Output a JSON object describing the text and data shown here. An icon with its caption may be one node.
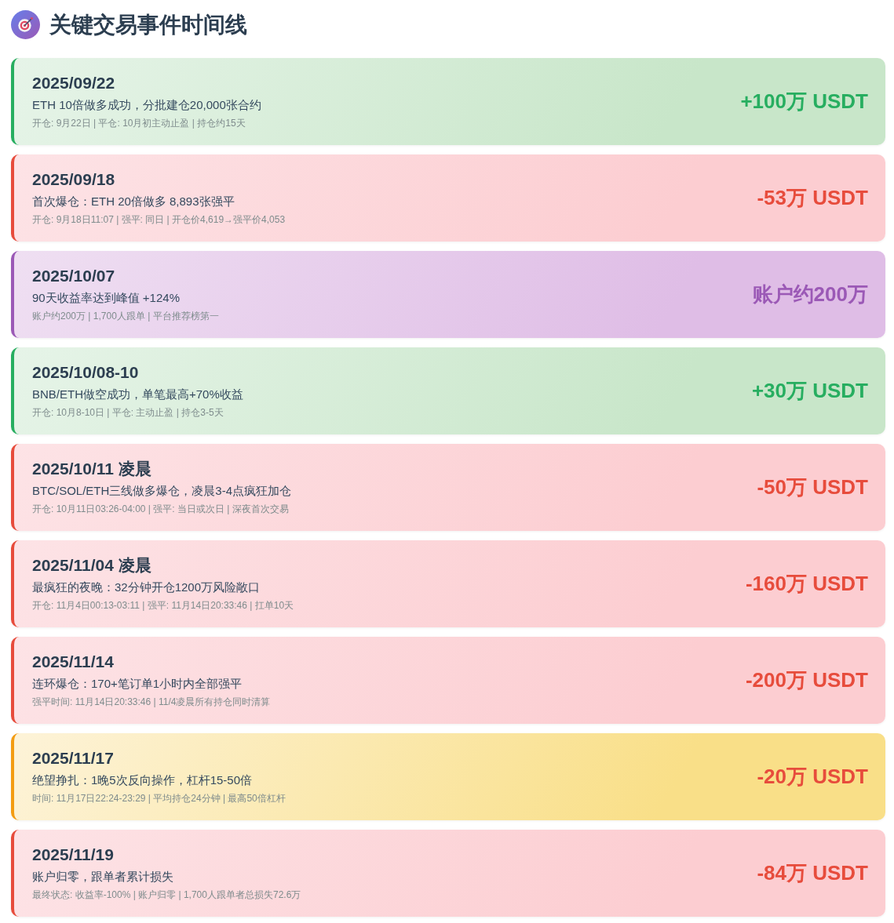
{
  "diagram": {
    "title": "关键交易事件时间线",
    "nodes": [
      {
        "text": [
          "2025/09/22",
          "ETH 10倍做多成功，分批建仓20,000张合约",
          "开仓: 9月22日 | 平仓: 10月初主动止盈 | 持仓约15天",
          "+100万 USDT"
        ]
      },
      {
        "text": [
          "2025/09/18",
          "首次爆仓：ETH 20倍做多 8,893张强平",
          "开仓: 9月18日11:07 | 强平: 同日 | 开仓价4,619→强平价4,053",
          "-53万 USDT"
        ]
      },
      {
        "text": [
          "2025/10/07",
          "90天收益率达到峰值 +124%",
          "账户约200万 | 1,700人跟单 | 平台推荐榜第一",
          "账户约200万"
        ]
      },
      {
        "text": [
          "2025/10/08-10",
          "BNB/ETH做空成功，单笔最高+70%收益",
          "开仓: 10月8-10日 | 平仓: 主动止盈 | 持仓3-5天",
          "+30万 USDT"
        ]
      },
      {
        "text": [
          "2025/10/11 凌晨",
          "BTC/SOL/ETH三线做多爆仓，凌晨3-4点疯狂加仓",
          "开仓: 10月11日03:26-04:00 | 强平: 当日或次日 | 深夜首次交易",
          "-50万 USDT"
        ]
      },
      {
        "text": [
          "2025/11/04 凌晨",
          "最疯狂的夜晚：32分钟开仓1200万风险敞口",
          "开仓: 11月4日00:13-03:11 | 强平: 11月14日20:33:46 | 扛单10天",
          "-160万 USDT"
        ]
      },
      {
        "text": [
          "2025/11/14",
          "连环爆仓：170+笔订单1小时内全部强平",
          "强平时间: 11月14日20:33:46 | 11/4凌晨所有持仓同时清算",
          "-200万 USDT"
        ]
      },
      {
        "text": [
          "2025/11/17",
          "绝望挣扎：1晚5次反向操作，杠杆15-50倍",
          "时间: 11月17日22:24-23:29 | 平均持仓24分钟 | 最高50倍杠杆",
          "-20万 USDT"
        ]
      },
      {
        "text": [
          "2025/11/19",
          "账户归零，跟单者累计损失",
          "最终状态: 收益率-100% | 账户归零 | 1,700人跟单者总损失72.6万",
          "-84万 USDT"
        ]
      }
    ]
  }
}
